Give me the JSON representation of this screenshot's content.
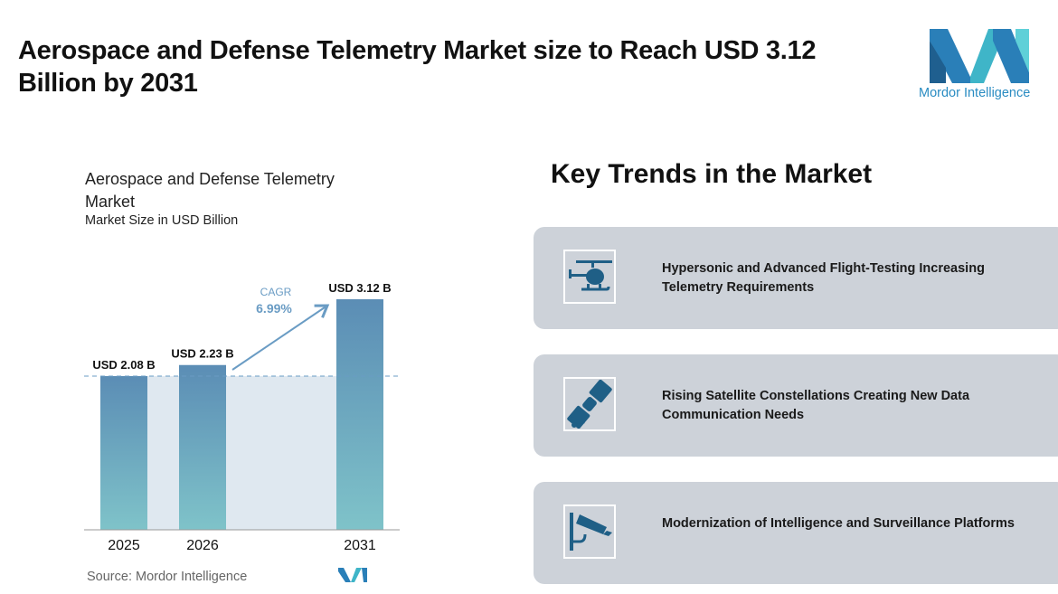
{
  "header": {
    "title": "Aerospace and Defense Telemetry Market size to Reach USD 3.12 Billion by 2031",
    "logo_text": "Mordor Intelligence"
  },
  "chart_data": {
    "type": "bar",
    "title": "Aerospace and Defense Telemetry Market",
    "subtitle": "Market Size in USD Billion",
    "categories": [
      "2025",
      "2026",
      "2031"
    ],
    "values": [
      2.08,
      2.23,
      3.12
    ],
    "data_labels": [
      "USD 2.08 B",
      "USD 2.23 B",
      "USD 3.12 B"
    ],
    "annotation": {
      "label": "CAGR",
      "value": "6.99%"
    },
    "ylim": [
      0,
      3.12
    ],
    "source": "Source:  Mordor Intelligence",
    "colors": {
      "bar_top": "#5b8db5",
      "bar_bottom": "#7fc3c9",
      "shade": "#dfe8f0",
      "arrow": "#6a9cc4"
    }
  },
  "trends": {
    "title": "Key Trends in the Market",
    "items": [
      {
        "icon": "helicopter-icon",
        "text": "Hypersonic and Advanced Flight-Testing Increasing Telemetry Requirements"
      },
      {
        "icon": "satellite-icon",
        "text": "Rising Satellite Constellations Creating New Data Communication Needs"
      },
      {
        "icon": "surveillance-camera-icon",
        "text": "Modernization of Intelligence and Surveillance Platforms"
      }
    ]
  }
}
